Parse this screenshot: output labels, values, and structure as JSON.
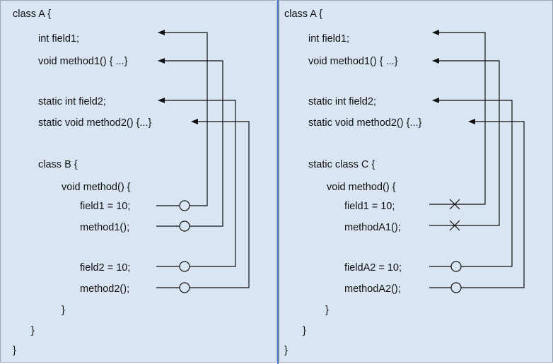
{
  "left": {
    "lines": [
      "class A {",
      "int field1;",
      "void method1() { ...}",
      "static int field2;",
      "static void method2() {...}",
      "class B {",
      "void method() {",
      "field1 = 10;",
      "method1();",
      "field2 = 10;",
      "method2();",
      "}",
      "}",
      "}"
    ],
    "access": [
      "allowed",
      "allowed",
      "allowed",
      "allowed"
    ]
  },
  "right": {
    "lines": [
      "class A {",
      "int field1;",
      "void method1() { ...}",
      "static int field2;",
      "static void method2() {...}",
      "static class C {",
      "void method() {",
      "field1 = 10;",
      "methodA1();",
      "fieldA2 = 10;",
      "methodA2();",
      "}",
      "}",
      "}"
    ],
    "access": [
      "denied",
      "denied",
      "allowed",
      "allowed"
    ]
  }
}
